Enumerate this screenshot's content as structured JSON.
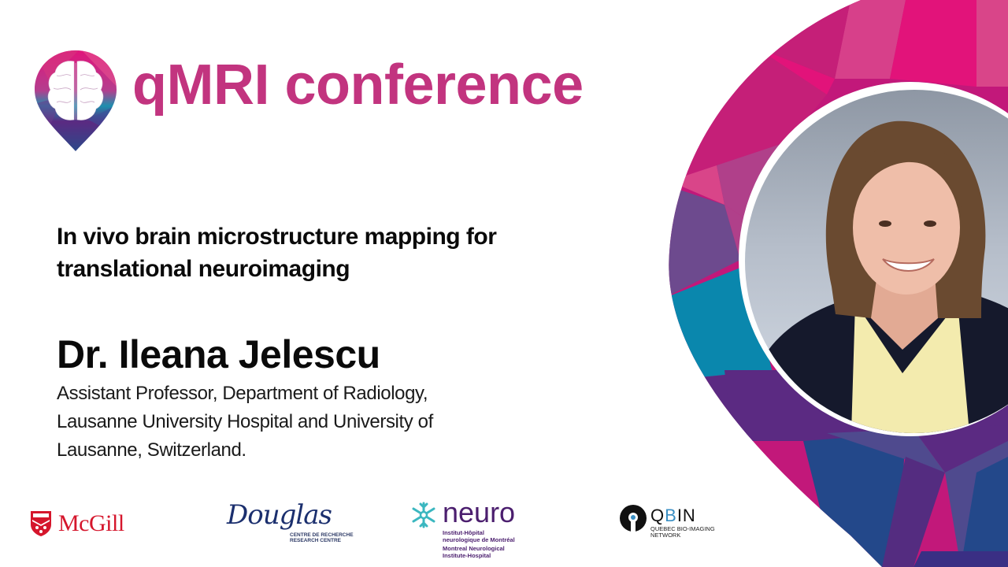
{
  "header": {
    "conference_title": "qMRI conference",
    "logo_icon": "brain-pin-icon"
  },
  "talk": {
    "title": "In vivo brain microstructure mapping for translational neuroimaging"
  },
  "speaker": {
    "name": "Dr. Ileana Jelescu",
    "affiliation_lines": [
      "Assistant Professor, Department of Radiology,",
      "Lausanne University Hospital and University of",
      "Lausanne, Switzerland."
    ],
    "photo_alt": "Portrait of Dr. Ileana Jelescu"
  },
  "sponsors": {
    "mcgill": {
      "name": "McGill",
      "icon": "mcgill-crest-icon"
    },
    "douglas": {
      "name": "Douglas",
      "sub": [
        "CENTRE DE RECHERCHE",
        "RESEARCH CENTRE"
      ]
    },
    "neuro": {
      "name": "neuro",
      "icon": "neuron-snowflake-icon",
      "sub": [
        "Institut-Hôpital",
        "neurologique de Montréal",
        "Montreal Neurological",
        "Institute-Hospital"
      ]
    },
    "qbin": {
      "name_q": "Q",
      "name_b": "B",
      "name_in": "IN",
      "icon": "qbin-keyhole-icon",
      "sub": [
        "QUEBEC BIO-IMAGING",
        "NETWORK"
      ]
    }
  },
  "colors": {
    "brand_magenta": "#c2347f",
    "pink": "#e2137a",
    "purple": "#5b2a82",
    "teal": "#0a87ad",
    "blue": "#23488a",
    "mcgill_red": "#d5162c",
    "douglas_navy": "#1b2f6e"
  }
}
